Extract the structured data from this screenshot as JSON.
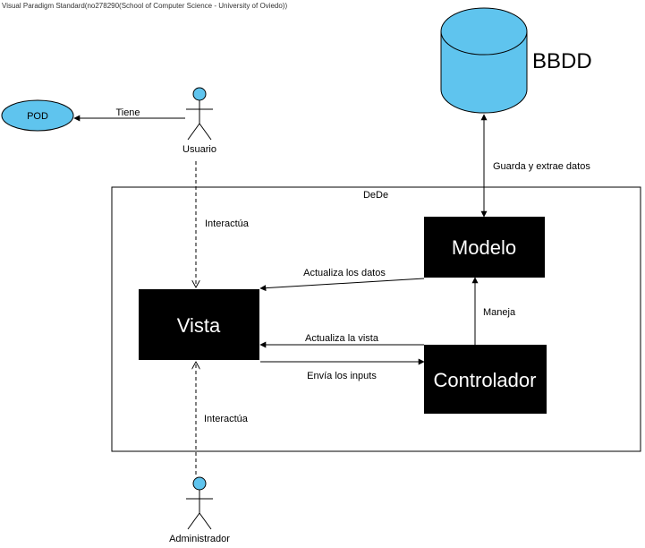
{
  "watermark": "Visual Paradigm Standard(no278290(School of Computer Science - University of Oviedo))",
  "colors": {
    "accent": "#5FC4EE",
    "box": "#000000",
    "line": "#000000"
  },
  "nodes": {
    "pod": "POD",
    "usuario": "Usuario",
    "bbdd": "BBDD",
    "system": "DeDe",
    "modelo": "Modelo",
    "vista": "Vista",
    "controlador": "Controlador",
    "administrador": "Administrador"
  },
  "edges": {
    "tiene": "Tiene",
    "guarda": "Guarda y extrae datos",
    "interactua_top": "Interactúa",
    "actualiza_datos": "Actualiza los datos",
    "maneja": "Maneja",
    "actualiza_vista": "Actualiza la vista",
    "envia_inputs": "Envía los inputs",
    "interactua_bottom": "Interactúa"
  }
}
